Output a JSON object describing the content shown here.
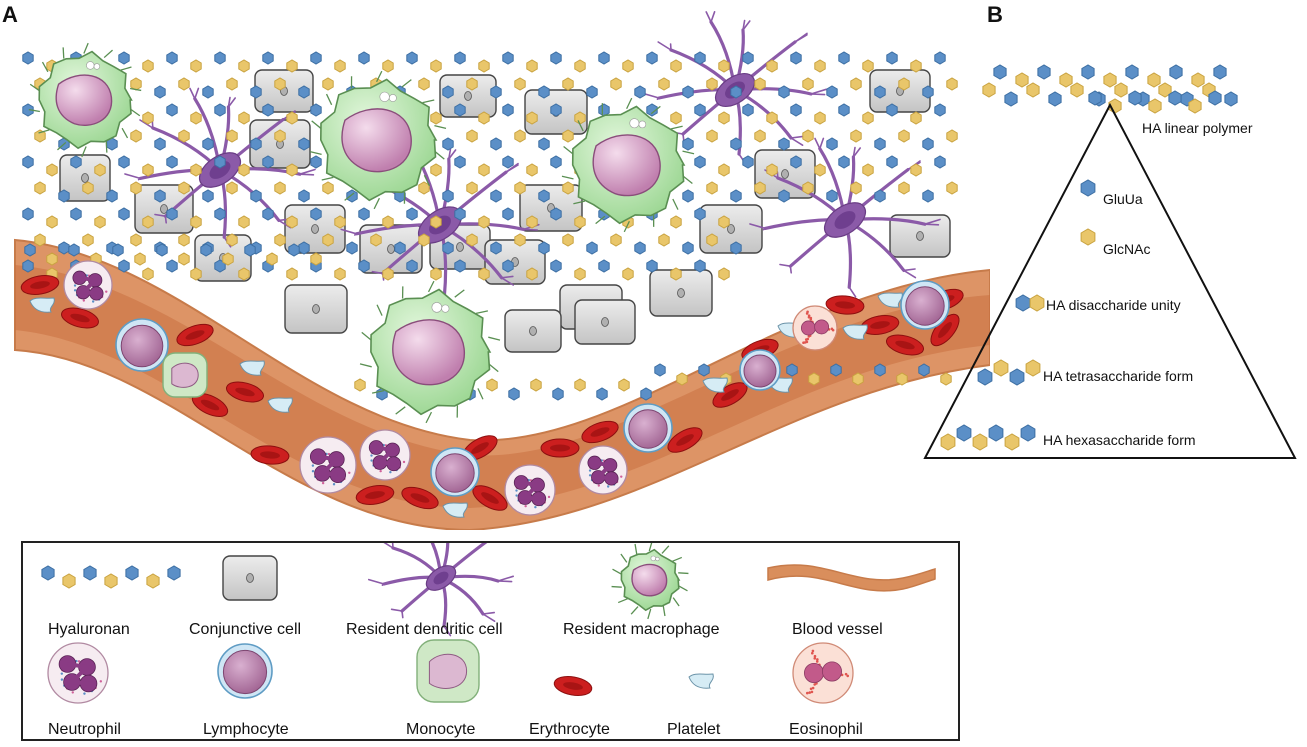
{
  "panels": {
    "a_label": "A",
    "b_label": "B"
  },
  "colors": {
    "glcua": "#5b8fc7",
    "glcnac": "#e9c66a",
    "vessel": "#d98e5c",
    "erythrocyte": "#cc1f1f",
    "macrophage": "#b8e6b0",
    "dendritic": "#8b5aa8",
    "conjunctive": "#d9d9d9"
  },
  "panel_b": {
    "polymer_label": "HA linear polymer",
    "items": [
      {
        "label": "GluUa",
        "icon": "glcua-hexagon"
      },
      {
        "label": "GlcNAc",
        "icon": "glcnac-hexagon"
      },
      {
        "label": "HA disaccharide unity",
        "icon": "disaccharide"
      },
      {
        "label": "HA tetrasaccharide form",
        "icon": "tetrasaccharide"
      },
      {
        "label": "HA hexasaccharide form",
        "icon": "hexasaccharide"
      }
    ]
  },
  "legend": {
    "items": [
      {
        "label": "Hyaluronan",
        "icon": "hyaluronan-chain"
      },
      {
        "label": "Conjunctive cell",
        "icon": "conjunctive-cell"
      },
      {
        "label": "Resident dendritic cell",
        "icon": "dendritic-cell"
      },
      {
        "label": "Resident macrophage",
        "icon": "macrophage"
      },
      {
        "label": "Blood vessel",
        "icon": "blood-vessel"
      },
      {
        "label": "Neutrophil",
        "icon": "neutrophil"
      },
      {
        "label": "Lymphocyte",
        "icon": "lymphocyte"
      },
      {
        "label": "Monocyte",
        "icon": "monocyte"
      },
      {
        "label": "Erythrocyte",
        "icon": "erythrocyte"
      },
      {
        "label": "Platelet",
        "icon": "platelet"
      },
      {
        "label": "Eosinophil",
        "icon": "eosinophil"
      }
    ]
  }
}
